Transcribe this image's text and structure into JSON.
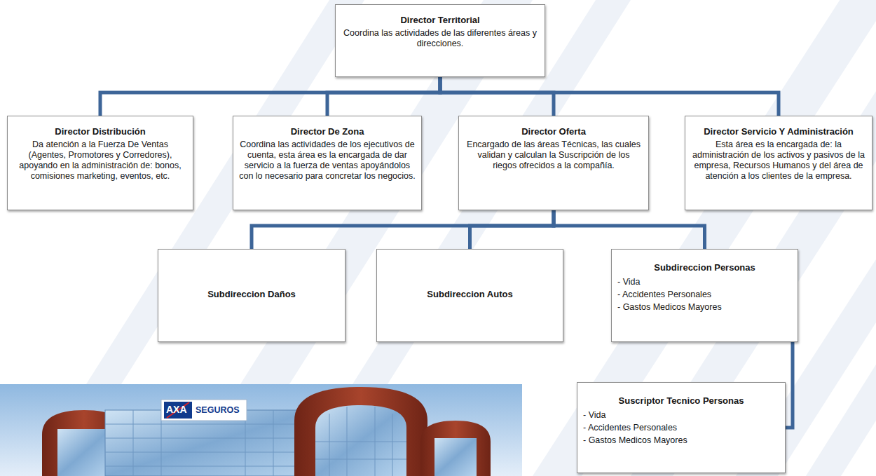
{
  "diagram": {
    "nodes": [
      {
        "text": [
          "Director Territorial",
          "Coordina las actividades de las diferentes áreas y direcciones."
        ]
      },
      {
        "text": [
          "Director Distribución",
          "Da atención a la Fuerza De Ventas (Agentes, Promotores y Corredores), apoyando en la administración de: bonos, comisiones marketing, eventos, etc."
        ]
      },
      {
        "text": [
          "Director De Zona",
          "Coordina las actividades de los ejecutivos de cuenta, esta área es la encargada de dar servicio a la fuerza de ventas apoyándolos con lo necesario para concretar los negocios."
        ]
      },
      {
        "text": [
          "Director Oferta",
          "Encargado de las áreas Técnicas, las cuales validan y calculan la Suscripción de los riegos ofrecidos a la compañía."
        ]
      },
      {
        "text": [
          "Director Servicio Y Administración",
          "Esta área es la encargada de: la administración de los activos y pasivos de la empresa, Recursos Humanos y del área de atención a los clientes de la empresa."
        ]
      },
      {
        "text": [
          "Subdireccion Daños"
        ]
      },
      {
        "text": [
          "Subdireccion Autos"
        ]
      },
      {
        "text": [
          "Subdireccion Personas",
          "- Vida",
          "- Accidentes Personales",
          "- Gastos Medicos Mayores"
        ]
      },
      {
        "text": [
          "Suscriptor Tecnico Personas",
          "- Vida",
          "- Accidentes Personales",
          "- Gastos Medicos Mayores"
        ]
      }
    ],
    "edges": [
      {
        "from": 0,
        "to": 1,
        "arrow": "none"
      },
      {
        "from": 0,
        "to": 2,
        "arrow": "none"
      },
      {
        "from": 0,
        "to": 3,
        "arrow": "none"
      },
      {
        "from": 0,
        "to": 4,
        "arrow": "none"
      },
      {
        "from": 3,
        "to": 5,
        "arrow": "none"
      },
      {
        "from": 3,
        "to": 6,
        "arrow": "none"
      },
      {
        "from": 3,
        "to": 7,
        "arrow": "none"
      },
      {
        "from": 7,
        "to": 8,
        "arrow": "none"
      }
    ],
    "labels": [
      "AXA",
      "SEGUROS"
    ]
  }
}
